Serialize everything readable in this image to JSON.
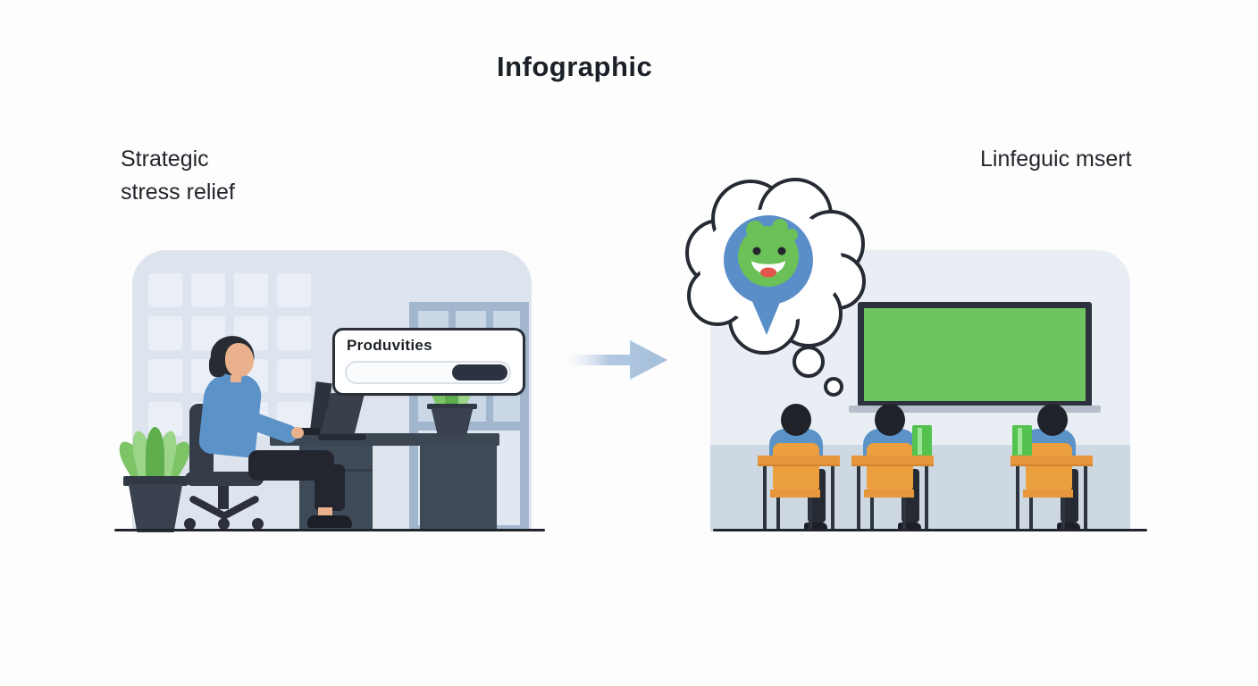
{
  "title": "Infographic",
  "left_scene": {
    "label_line1": "Strategic",
    "label_line2": "stress relief",
    "card": {
      "label": "Produvities",
      "progress_percent": 34,
      "progress_fill_align": "right"
    }
  },
  "right_scene": {
    "label": "Linfeguic msert"
  },
  "icons": {
    "arrow": "arrow-right-icon",
    "thought_bubble": "thought-bubble-icon",
    "mascot": "mascot-face-icon",
    "plant": "potted-plant-icon",
    "monitor": "monitor-icon",
    "chalkboard": "chalkboard-icon"
  },
  "colors": {
    "outline_dark": "#2a2f38",
    "arrow_blue": "#a9c3dd",
    "bubble_blue": "#5a8ec8",
    "mascot_green": "#6cc058",
    "board_green": "#6dc360",
    "shirt_blue": "#5b92c8",
    "chair_orange": "#eb9f3e",
    "book_green": "#53c24f",
    "desk_dark": "#3d4754",
    "panel_left_bg": "#dde4ee",
    "panel_right_bg": "#e9eef5",
    "panel_right_floor": "#cdd8e3",
    "progress_fill": "#2b3240"
  }
}
